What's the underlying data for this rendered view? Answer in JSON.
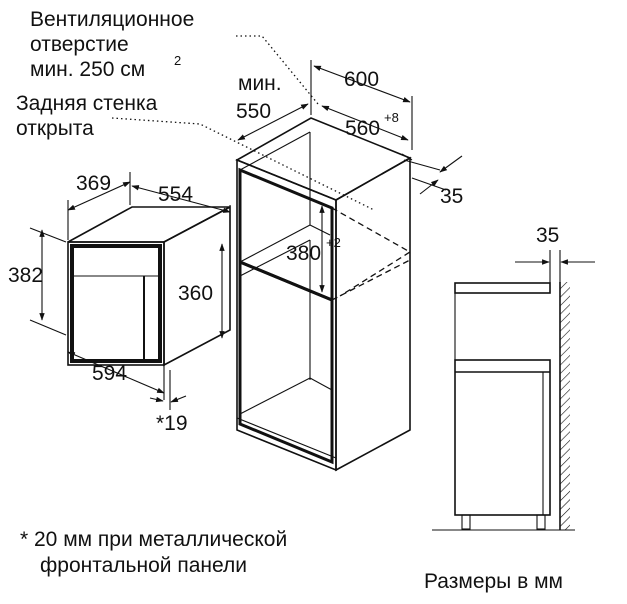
{
  "labels": {
    "vent_line1": "Вентиляционное",
    "vent_line2": "отверстие",
    "vent_line3": "мин. 250 см",
    "vent_sup": "2",
    "rear_line1": "Задняя стенка",
    "rear_line2": "открыта",
    "dim_min": "мин.",
    "dim_550": "550",
    "dim_600": "600",
    "dim_560": "560",
    "dim_560_tol": "+8",
    "dim_35_right": "35",
    "dim_369": "369",
    "dim_554": "554",
    "dim_382": "382",
    "dim_360": "360",
    "dim_380": "380",
    "dim_380_tol": "+2",
    "dim_594": "594",
    "dim_19": "*19",
    "dim_35_side": "35",
    "footnote_line1": "* 20 мм при металлической",
    "footnote_line2": "фронтальной панели",
    "units_note": "Размеры в мм"
  }
}
